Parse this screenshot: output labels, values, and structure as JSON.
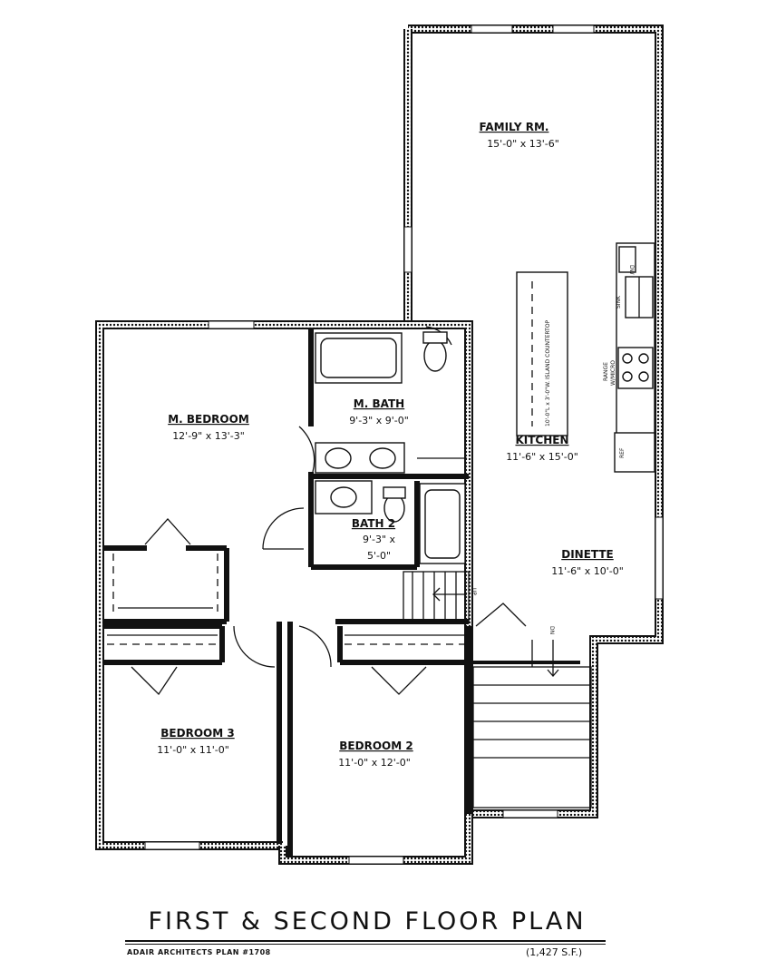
{
  "plan": {
    "title": "FIRST & SECOND FLOOR PLAN",
    "subtitle": "ADAIR ARCHITECTS PLAN #1708",
    "area": "(1,427 S.F.)"
  },
  "rooms": {
    "family": {
      "name": "FAMILY RM.",
      "dim": "15'-0\" x 13'-6\""
    },
    "kitchen": {
      "name": "KITCHEN",
      "dim": "11'-6\" x 15'-0\""
    },
    "dinette": {
      "name": "DINETTE",
      "dim": "11'-6\" x 10'-0\""
    },
    "master": {
      "name": "M. BEDROOM",
      "dim": "12'-9\" x 13'-3\""
    },
    "mbath": {
      "name": "M. BATH",
      "dim": "9'-3\" x 9'-0\""
    },
    "bath2": {
      "name": "BATH 2",
      "dim1": "9'-3\" x",
      "dim2": "5'-0\""
    },
    "bed3": {
      "name": "BEDROOM 3",
      "dim": "11'-0\" x 11'-0\""
    },
    "bed2": {
      "name": "BEDROOM 2",
      "dim": "11'-0\" x 12'-0\""
    }
  },
  "labels": {
    "island": "10'-0\"L x 3'-0\"W. ISLAND COUNTERTOP",
    "dw": "DW",
    "sink": "SINK",
    "range": "RANGE",
    "micro": "W/MICRO",
    "ref": "REF",
    "stair_up": "UP",
    "stair_dn": "DN"
  }
}
